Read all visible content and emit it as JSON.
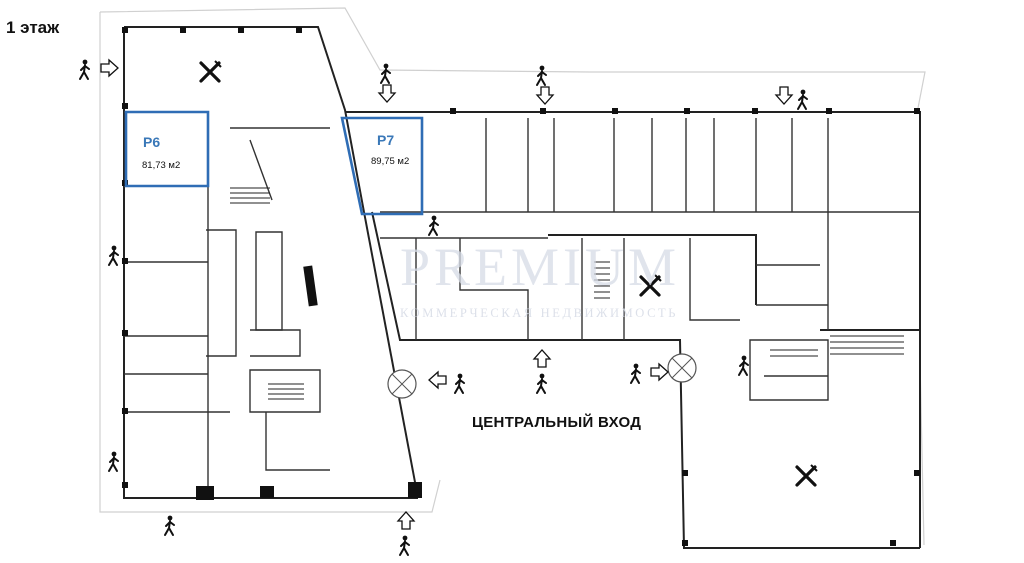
{
  "floor_label": "1 этаж",
  "entrance_label": "ЦЕНТРАЛЬНЫЙ ВХОД",
  "units": [
    {
      "id": "Р6",
      "area": "81,73 м2"
    },
    {
      "id": "Р7",
      "area": "89,75 м2"
    }
  ],
  "watermark": {
    "main": "PREMIUM",
    "sub": "КОММЕРЧЕСКАЯ НЕДВИЖИМОСТЬ"
  },
  "colors": {
    "highlight": "#2f6db5",
    "wall": "#222222",
    "shadow": "#d0d0d0",
    "watermark": "#d6dbe6"
  },
  "icons": [
    "pedestrian-icon",
    "entry-arrow-icon",
    "restaurant-icon",
    "revolving-door-icon"
  ]
}
